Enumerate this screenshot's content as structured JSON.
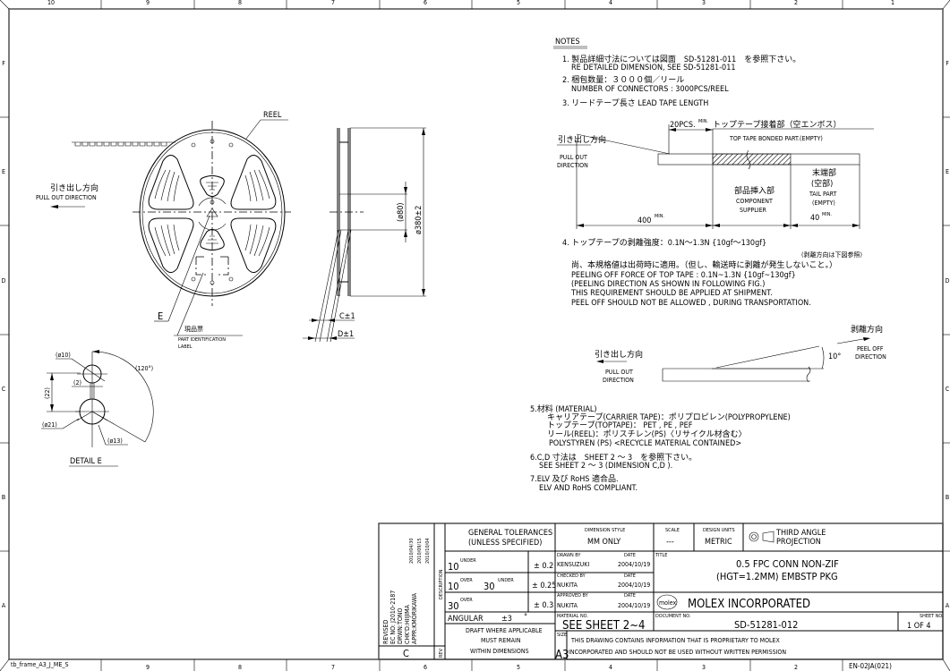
{
  "frame": {
    "col_labels_top": [
      "10",
      "9",
      "8",
      "7",
      "6",
      "5",
      "4",
      "3",
      "2",
      "1"
    ],
    "col_labels_bottom": [
      "9",
      "8",
      "7",
      "6",
      "5",
      "4",
      "3",
      "2"
    ],
    "row_labels_left": [
      "F",
      "E",
      "D",
      "C",
      "B",
      "A"
    ],
    "row_labels_right": [
      "F",
      "E",
      "D",
      "C",
      "B",
      "A"
    ],
    "template_name": "tb_frame_A3_J_ME_S",
    "form_no": "EN-02JA(021)"
  },
  "notes": {
    "heading": "NOTES",
    "n1_jp": "1. 製品詳細寸法については図面　SD-51281-011　を参照下さい。",
    "n1_en": "RE DETAILED DIMENSION, SEE SD-51281-011",
    "n2_jp": "2. 梱包数量：３０００個／リール",
    "n2_en": "NUMBER OF CONNECTORS : 3000PCS/REEL",
    "n3": "3. リードテープ長さ LEAD TAPE LENGTH",
    "n4_jp": "4. トップテープの剥離強度：0.1N～1.3N {10gf～130gf}",
    "n4_ref": "(剥離方向は下図参照)",
    "n4_jp2": "尚、本規格値は出荷時に適用。（但し、輸送時に剥離が発生しないこと。）",
    "n4_en1": "PEELING OFF FORCE OF TOP TAPE : 0.1N~1.3N {10gf~130gf}",
    "n4_en2": "(PEELING DIRECTION AS SHOWN IN FOLLOWING FIG.)",
    "n4_en3": "THIS REQUIREMENT SHOULD BE APPLIED AT SHIPMENT.",
    "n4_en4": "PEEL OFF SHOULD NOT BE ALLOWED , DURING TRANSPORTATION.",
    "n5_head": "5.材料 (MATERIAL)",
    "n5_l1": "キャリアテープ(CARRIER TAPE)：ポリプロピレン(POLYPROPYLENE)",
    "n5_l2": "トップテープ(TOPTAPE)： PET , PE , PEF",
    "n5_l3": "リール(REEL)：ポリスチレン(PS)〈リサイクル材含む〉",
    "n5_l4": "POLYSTYREN (PS) <RECYCLE MATERIAL CONTAINED>",
    "n6_jp": "6.C,D 寸法は　SHEET 2 ～ 3　を参照下さい。",
    "n6_en": "SEE SHEET 2 ～ 3 (DIMENSION C,D ).",
    "n7_jp": "7.ELV 及び RoHS 適合品.",
    "n7_en": "ELV AND RoHS COMPLIANT."
  },
  "tape": {
    "pcs": "20PCS.",
    "min": "MIN.",
    "top_jp": "トップテープ接着部（空エンボス）",
    "top_en": "TOP TAPE BONDED PART.(EMPTY)",
    "pull_jp": "引き出し方向",
    "pull_en1": "PULL OUT",
    "pull_en2": "DIRECTION",
    "lead": "400",
    "comp_jp": "部品挿入部",
    "comp_en1": "COMPONENT",
    "comp_en2": "SUPPLIER",
    "tail_jp1": "末端部",
    "tail_jp2": "(空部)",
    "tail_en1": "TAIL PART",
    "tail_en2": "(EMPTY)",
    "tail": "40"
  },
  "peel": {
    "dir_jp": "剥離方向",
    "dir_en1": "PEEL OFF",
    "dir_en2": "DIRECTION",
    "angle": "10°",
    "pull_jp": "引き出し方向",
    "pull_en1": "PULL OUT",
    "pull_en2": "DIRECTION"
  },
  "reel": {
    "label": "REEL",
    "pull_jp": "引き出し方向",
    "pull_en": "PULL OUT DIRECTION",
    "detail_ref": "E",
    "id_jp": "現品票",
    "id_en1": "PART IDENTIFICATION",
    "id_en2": "LABEL",
    "hub_dia": "(ø80)",
    "outer_dia": "ø380±2",
    "dim_c": "C±1",
    "dim_d": "D±1"
  },
  "detail_e": {
    "d10": "(ø10)",
    "w2": "(2)",
    "h22": "(22)",
    "angle": "(120°)",
    "d21": "(ø21)",
    "d13": "(ø13)",
    "title": "DETAIL E"
  },
  "title_block": {
    "revised": "REVISED",
    "ec_no": "EC NO: J2010-2187",
    "drwn": "DRWN:TONO",
    "chkd": "CHK'D:HIIJIMA",
    "appr": "APPR:KMORIKAWA",
    "date1": "2010/04/30",
    "date2": "2010/09/15",
    "date3": "2010/10/04",
    "rev": "C",
    "rev_label": "REV",
    "desc_label": "DESCRIPTION",
    "tol_title1": "GENERAL TOLERANCES",
    "tol_title2": "(UNLESS SPECIFIED)",
    "tol_rows": [
      {
        "a": "10",
        "a_sup": "UNDER",
        "b": "",
        "b_sup": "",
        "tol": "± 0.2"
      },
      {
        "a": "10",
        "a_sup": "OVER",
        "b": "30",
        "b_sup": "UNDER",
        "tol": "± 0.25"
      },
      {
        "a": "30",
        "a_sup": "OVER",
        "b": "",
        "b_sup": "",
        "tol": "± 0.3"
      }
    ],
    "angular": "ANGULAR",
    "angular_tol": "±3",
    "angular_unit": "°",
    "draft1": "DRAFT WHERE APPLICABLE",
    "draft2": "MUST REMAIN",
    "draft3": "WITHIN DIMENSIONS",
    "dim_style_label": "DIMENSION STYLE",
    "dim_style": "MM ONLY",
    "scale_label": "SCALE",
    "scale": "---",
    "units_label": "DESIGN UNITS",
    "units": "METRIC",
    "projection1": "THIRD ANGLE",
    "projection2": "PROJECTION",
    "drawn_label": "DRAWN BY",
    "drawn_by": "KENSUZUKI",
    "checked_label": "CHECKED BY",
    "checked_by": "NUKITA",
    "approved_label": "APPROVED BY",
    "approved_by": "NUKITA",
    "date_label": "DATE",
    "drawn_date": "2004/10/19",
    "checked_date": "2004/10/19",
    "approved_date": "2004/10/19",
    "title_label": "TITLE",
    "title1": "0.5 FPC CONN NON-ZIF",
    "title2": "(HGT=1.2MM) EMBSTP PKG",
    "logo": "molex",
    "company": "MOLEX INCORPORATED",
    "material_label": "MATERIAL NO.",
    "material": "SEE SHEET 2~4",
    "doc_label": "DOCUMENT NO.",
    "doc_no": "SD-51281-012",
    "sheet_label": "SHEET NO.",
    "sheet": "1 OF 4",
    "size_label": "SIZE",
    "size": "A3",
    "proprietary1": "THIS DRAWING CONTAINS INFORMATION THAT IS PROPRIETARY TO MOLEX",
    "proprietary2": "INCORPORATED AND SHOULD NOT BE USED WITHOUT WRITTEN PERMISSION"
  }
}
